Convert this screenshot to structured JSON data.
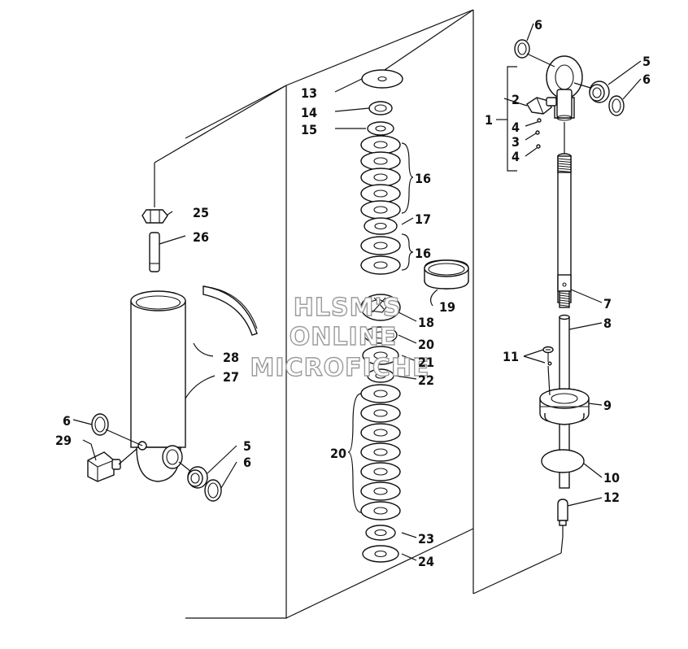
{
  "watermark": [
    "HLSM'S",
    "ONLINE",
    "MICROFICHE"
  ],
  "callouts": {
    "c1": "1",
    "c2": "2",
    "c3": "3",
    "c4a": "4",
    "c4b": "4",
    "c5a": "5",
    "c5b": "5",
    "c6a": "6",
    "c6b": "6",
    "c6c": "6",
    "c6d": "6",
    "c7": "7",
    "c8": "8",
    "c9": "9",
    "c10": "10",
    "c11": "11",
    "c12": "12",
    "c13": "13",
    "c14": "14",
    "c15": "15",
    "c16a": "16",
    "c16b": "16",
    "c17": "17",
    "c18": "18",
    "c19": "19",
    "c20a": "20",
    "c20b": "20",
    "c21": "21",
    "c22": "22",
    "c23": "23",
    "c24": "24",
    "c25": "25",
    "c26": "26",
    "c27": "27",
    "c28": "28",
    "c29": "29"
  }
}
